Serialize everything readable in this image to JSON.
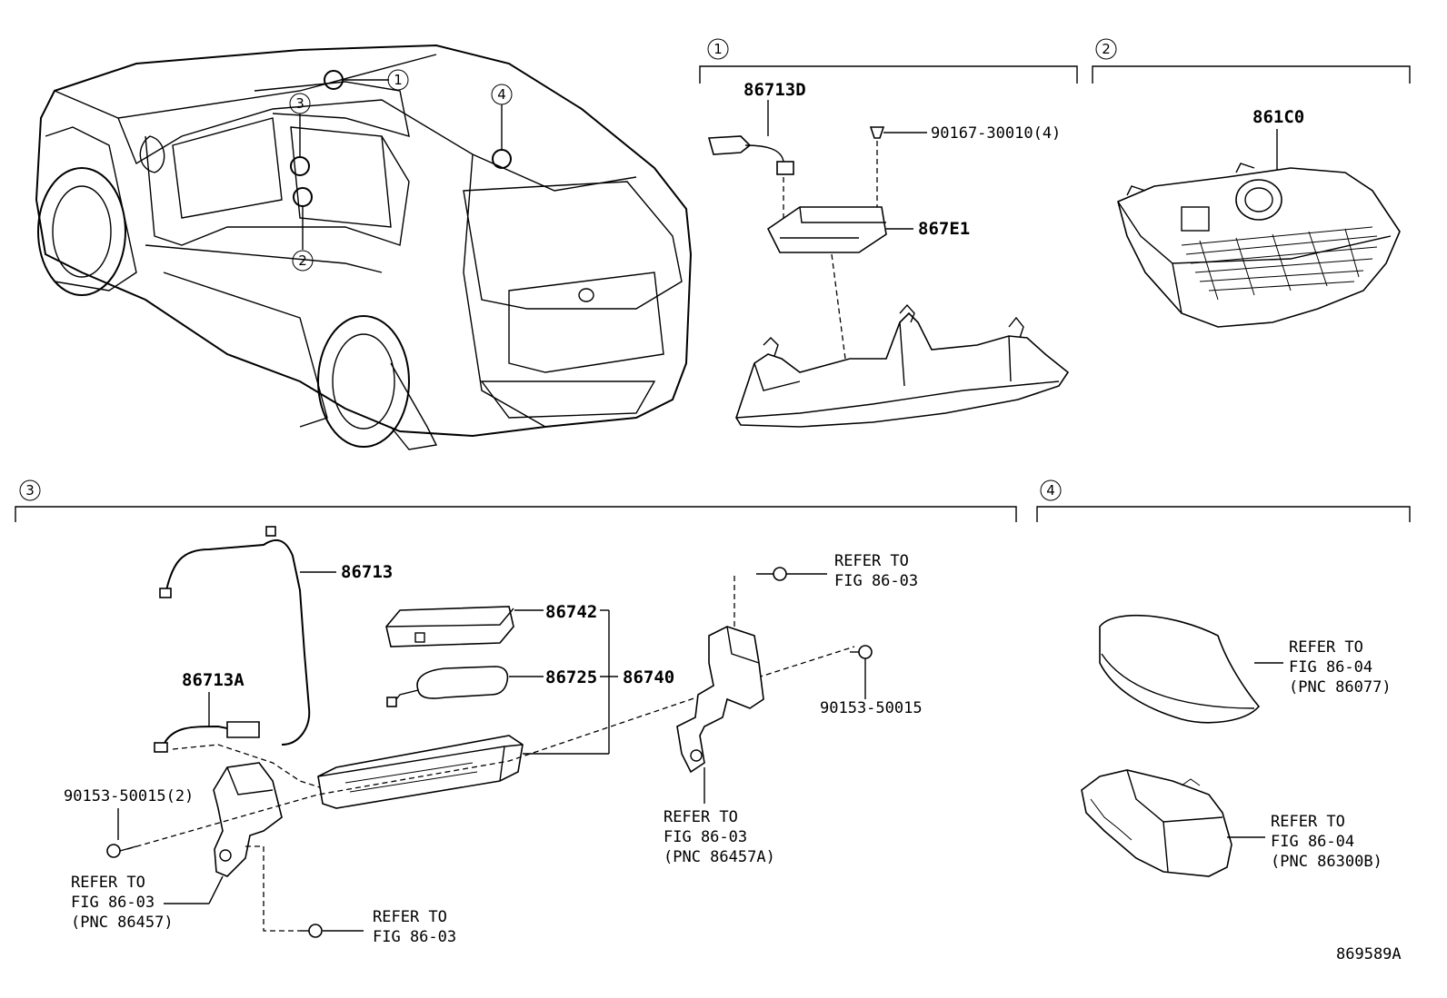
{
  "sections": {
    "s1": "1",
    "s2": "2",
    "s3": "3",
    "s4": "4"
  },
  "vehicle_callouts": {
    "c1": "1",
    "c2": "2",
    "c3": "3",
    "c4": "4"
  },
  "parts": {
    "p86713D": "86713D",
    "p90167": "90167-30010(4)",
    "p867E1": "867E1",
    "p861C0": "861C0",
    "p86713": "86713",
    "p86713A": "86713A",
    "p86742": "86742",
    "p86725": "86725",
    "p86740": "86740",
    "p90153a": "90153-50015",
    "p90153b": "90153-50015(2)"
  },
  "refs": {
    "r1a": "REFER TO",
    "r1b": "FIG 86-03",
    "r2a": "REFER TO",
    "r2b": "FIG 86-03",
    "r2c": "(PNC 86457A)",
    "r3a": "REFER TO",
    "r3b": "FIG 86-03",
    "r3c": "(PNC 86457)",
    "r4a": "REFER TO",
    "r4b": "FIG 86-03",
    "r5a": "REFER TO",
    "r5b": "FIG 86-04",
    "r5c": "(PNC 86077)",
    "r6a": "REFER TO",
    "r6b": "FIG 86-04",
    "r6c": "(PNC 86300B)"
  },
  "diagram_id": "869589A"
}
